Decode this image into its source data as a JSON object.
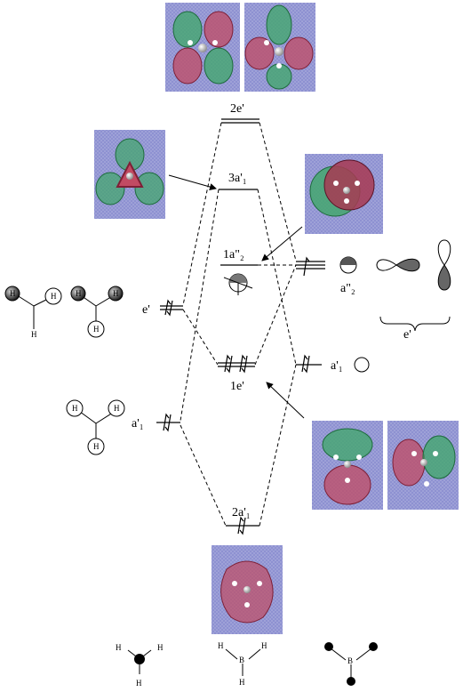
{
  "levels": {
    "mo_2e": "2e'",
    "mo_3a1": "3a'₁",
    "mo_1a2": "1a\"₂",
    "mo_1e": "1e'",
    "mo_2a1": "2a'₁",
    "h3_e": "e'",
    "h3_a1": "a'₁",
    "b_a2": "a\"₂",
    "b_e": "e'",
    "b_a1": "a'₁"
  },
  "atom": {
    "h": "H",
    "b": "B"
  },
  "colors": {
    "panel": "#8b8fd0",
    "green": "#2f9a58",
    "red": "#b83a55",
    "ink": "#000000"
  }
}
